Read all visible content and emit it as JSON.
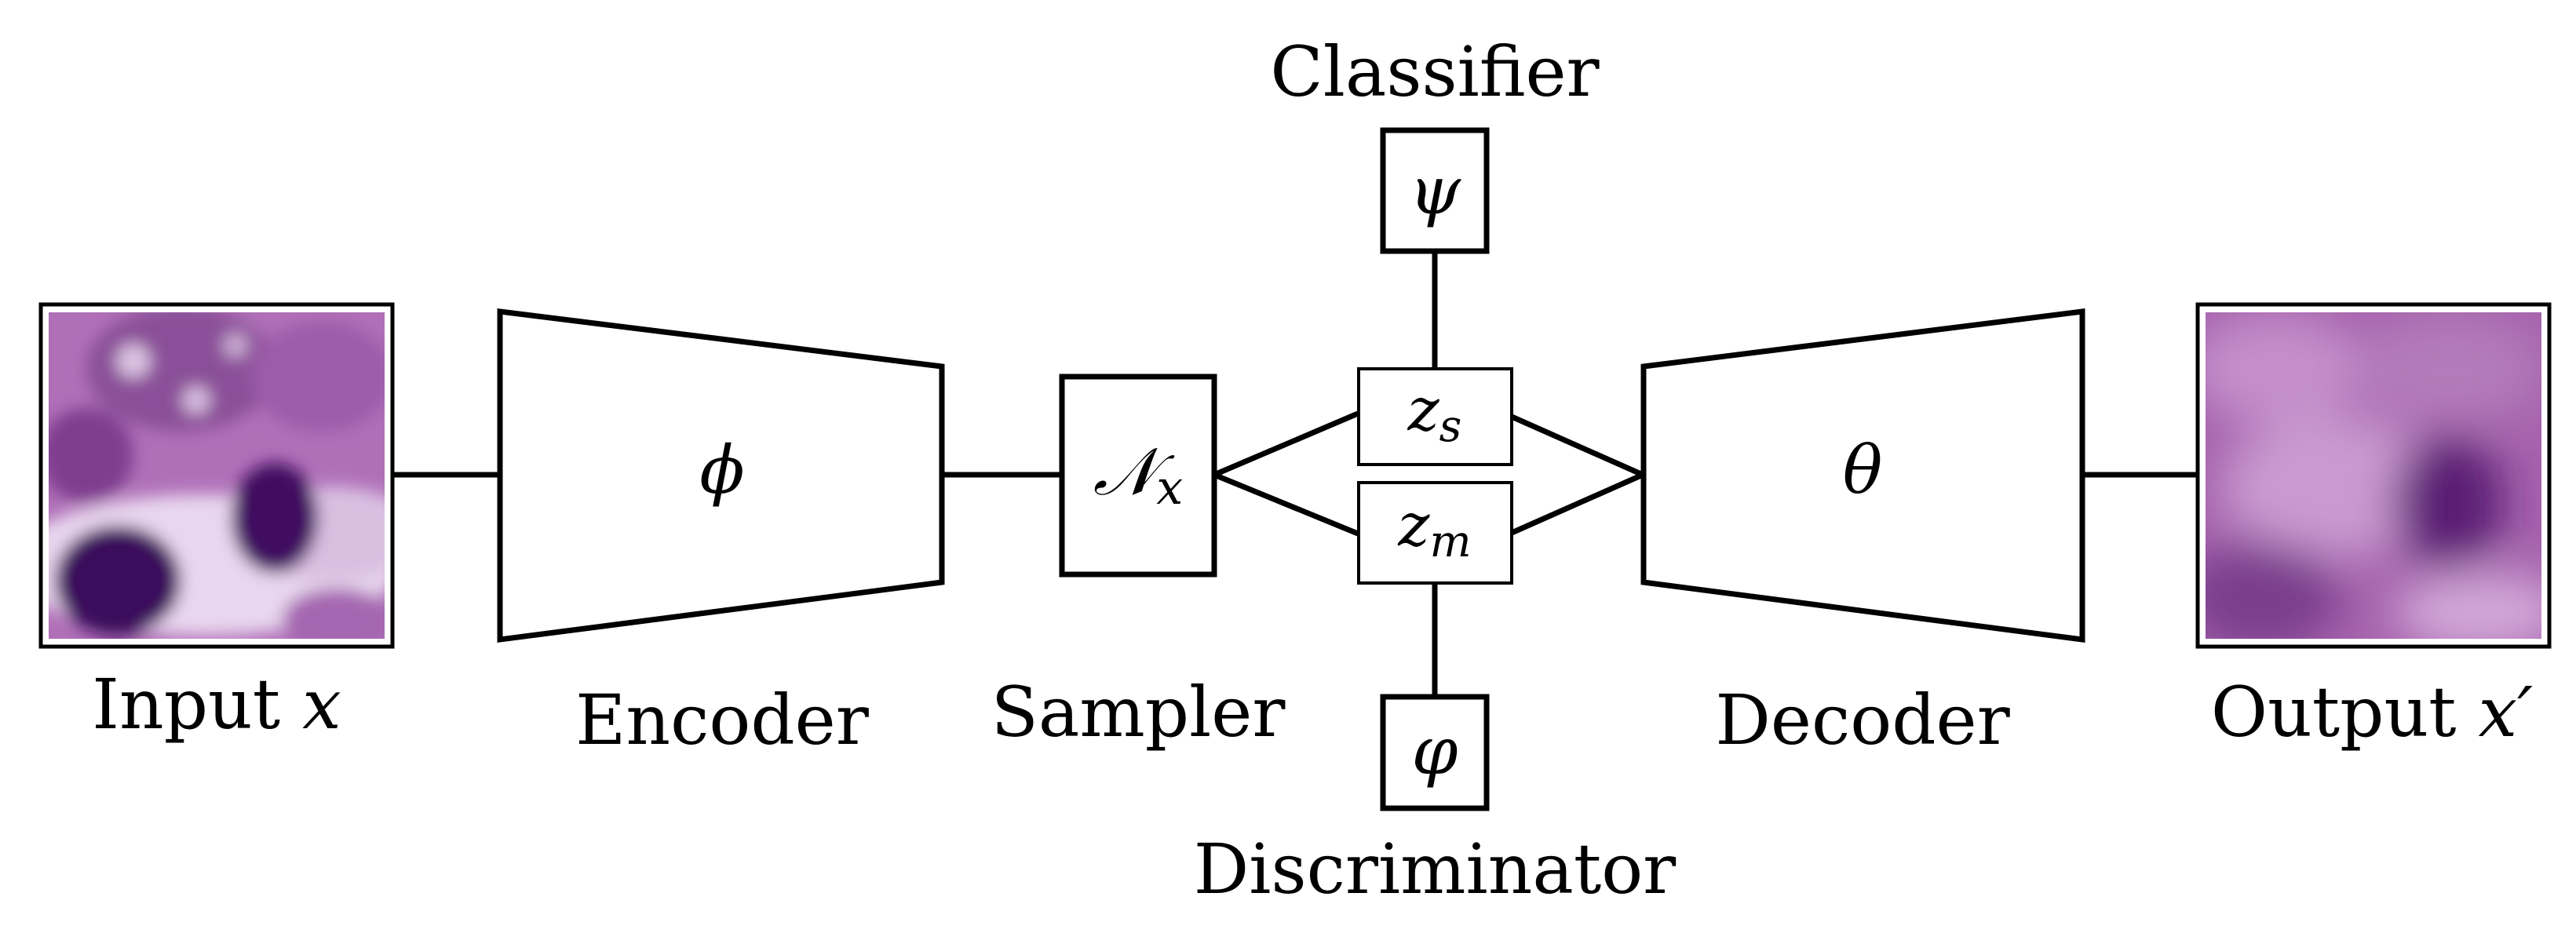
{
  "labels": {
    "input_text": "Input ",
    "input_var": "x",
    "encoder": "Encoder",
    "sampler": "Sampler",
    "classifier": "Classifier",
    "discriminator": "Discriminator",
    "decoder": "Decoder",
    "output_text": "Output ",
    "output_var": "x′"
  },
  "symbols": {
    "encoder": "ϕ",
    "sampler_main": "𝒩",
    "sampler_sub": "x",
    "classifier": "ψ",
    "discriminator": "φ",
    "decoder": "θ",
    "zs_main": "z",
    "zs_sub": "s",
    "zm_main": "z",
    "zm_sub": "m"
  },
  "colors": {
    "stroke": "#000000",
    "tissue_base": "#b070b8",
    "nucleus": "#3a0f5c",
    "membrane": "#e8d6ee",
    "output_base": "#a663ad"
  }
}
